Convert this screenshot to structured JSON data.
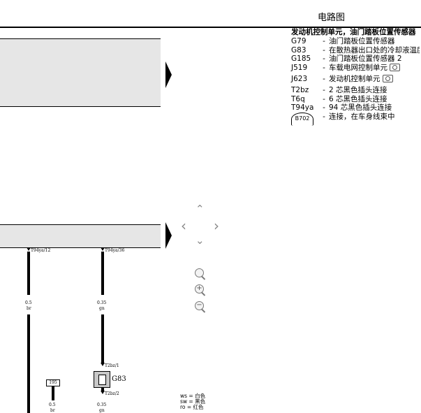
{
  "header": {
    "title": "电路图"
  },
  "legend": {
    "heading": "发动机控制单元，油门踏板位置传感器",
    "items": [
      {
        "code": "G79",
        "desc": "油门踏板位置传感器",
        "camera": false
      },
      {
        "code": "G83",
        "desc": "在散热器出口处的冷却液温度传感器",
        "camera": false
      },
      {
        "code": "G185",
        "desc": "油门踏板位置传感器 2",
        "camera": false
      },
      {
        "code": "J519",
        "desc": "车载电网控制单元",
        "camera": true
      },
      {
        "code": "J623",
        "desc": "发动机控制单元",
        "camera": true
      },
      {
        "code": "T2bz",
        "desc": "2 芯黑色插头连接",
        "camera": false
      },
      {
        "code": "T6q",
        "desc": "6 芯黑色插头连接",
        "camera": false
      },
      {
        "code": "T94ya",
        "desc": "94 芯黑色插头连接",
        "camera": false
      }
    ],
    "connector": {
      "code": "B702",
      "desc": "连接，在车身线束中"
    }
  },
  "diagram": {
    "pin1": "T94ya/12",
    "pin2": "T94ya/36",
    "wire1_size": "0.5",
    "wire1_color": "br",
    "wire2_size": "0.35",
    "wire2_color": "gn",
    "fuse_box": "195",
    "fuse_size": "0.5",
    "fuse_color": "br",
    "sensor_label": "G83",
    "sensor_pin1": "T2bz/1",
    "sensor_pin2": "T2bz/2",
    "sensor_index": "",
    "wire3_size": "0.35",
    "wire3_color": "gn"
  },
  "nav": {
    "up": "⌃",
    "left": "‹",
    "right": "›",
    "down": "⌄",
    "zoom_fit": "",
    "zoom_in": "+",
    "zoom_out": "−"
  },
  "color_key": [
    "ws = 白色",
    "sw = 黑色",
    "ro = 红色"
  ]
}
